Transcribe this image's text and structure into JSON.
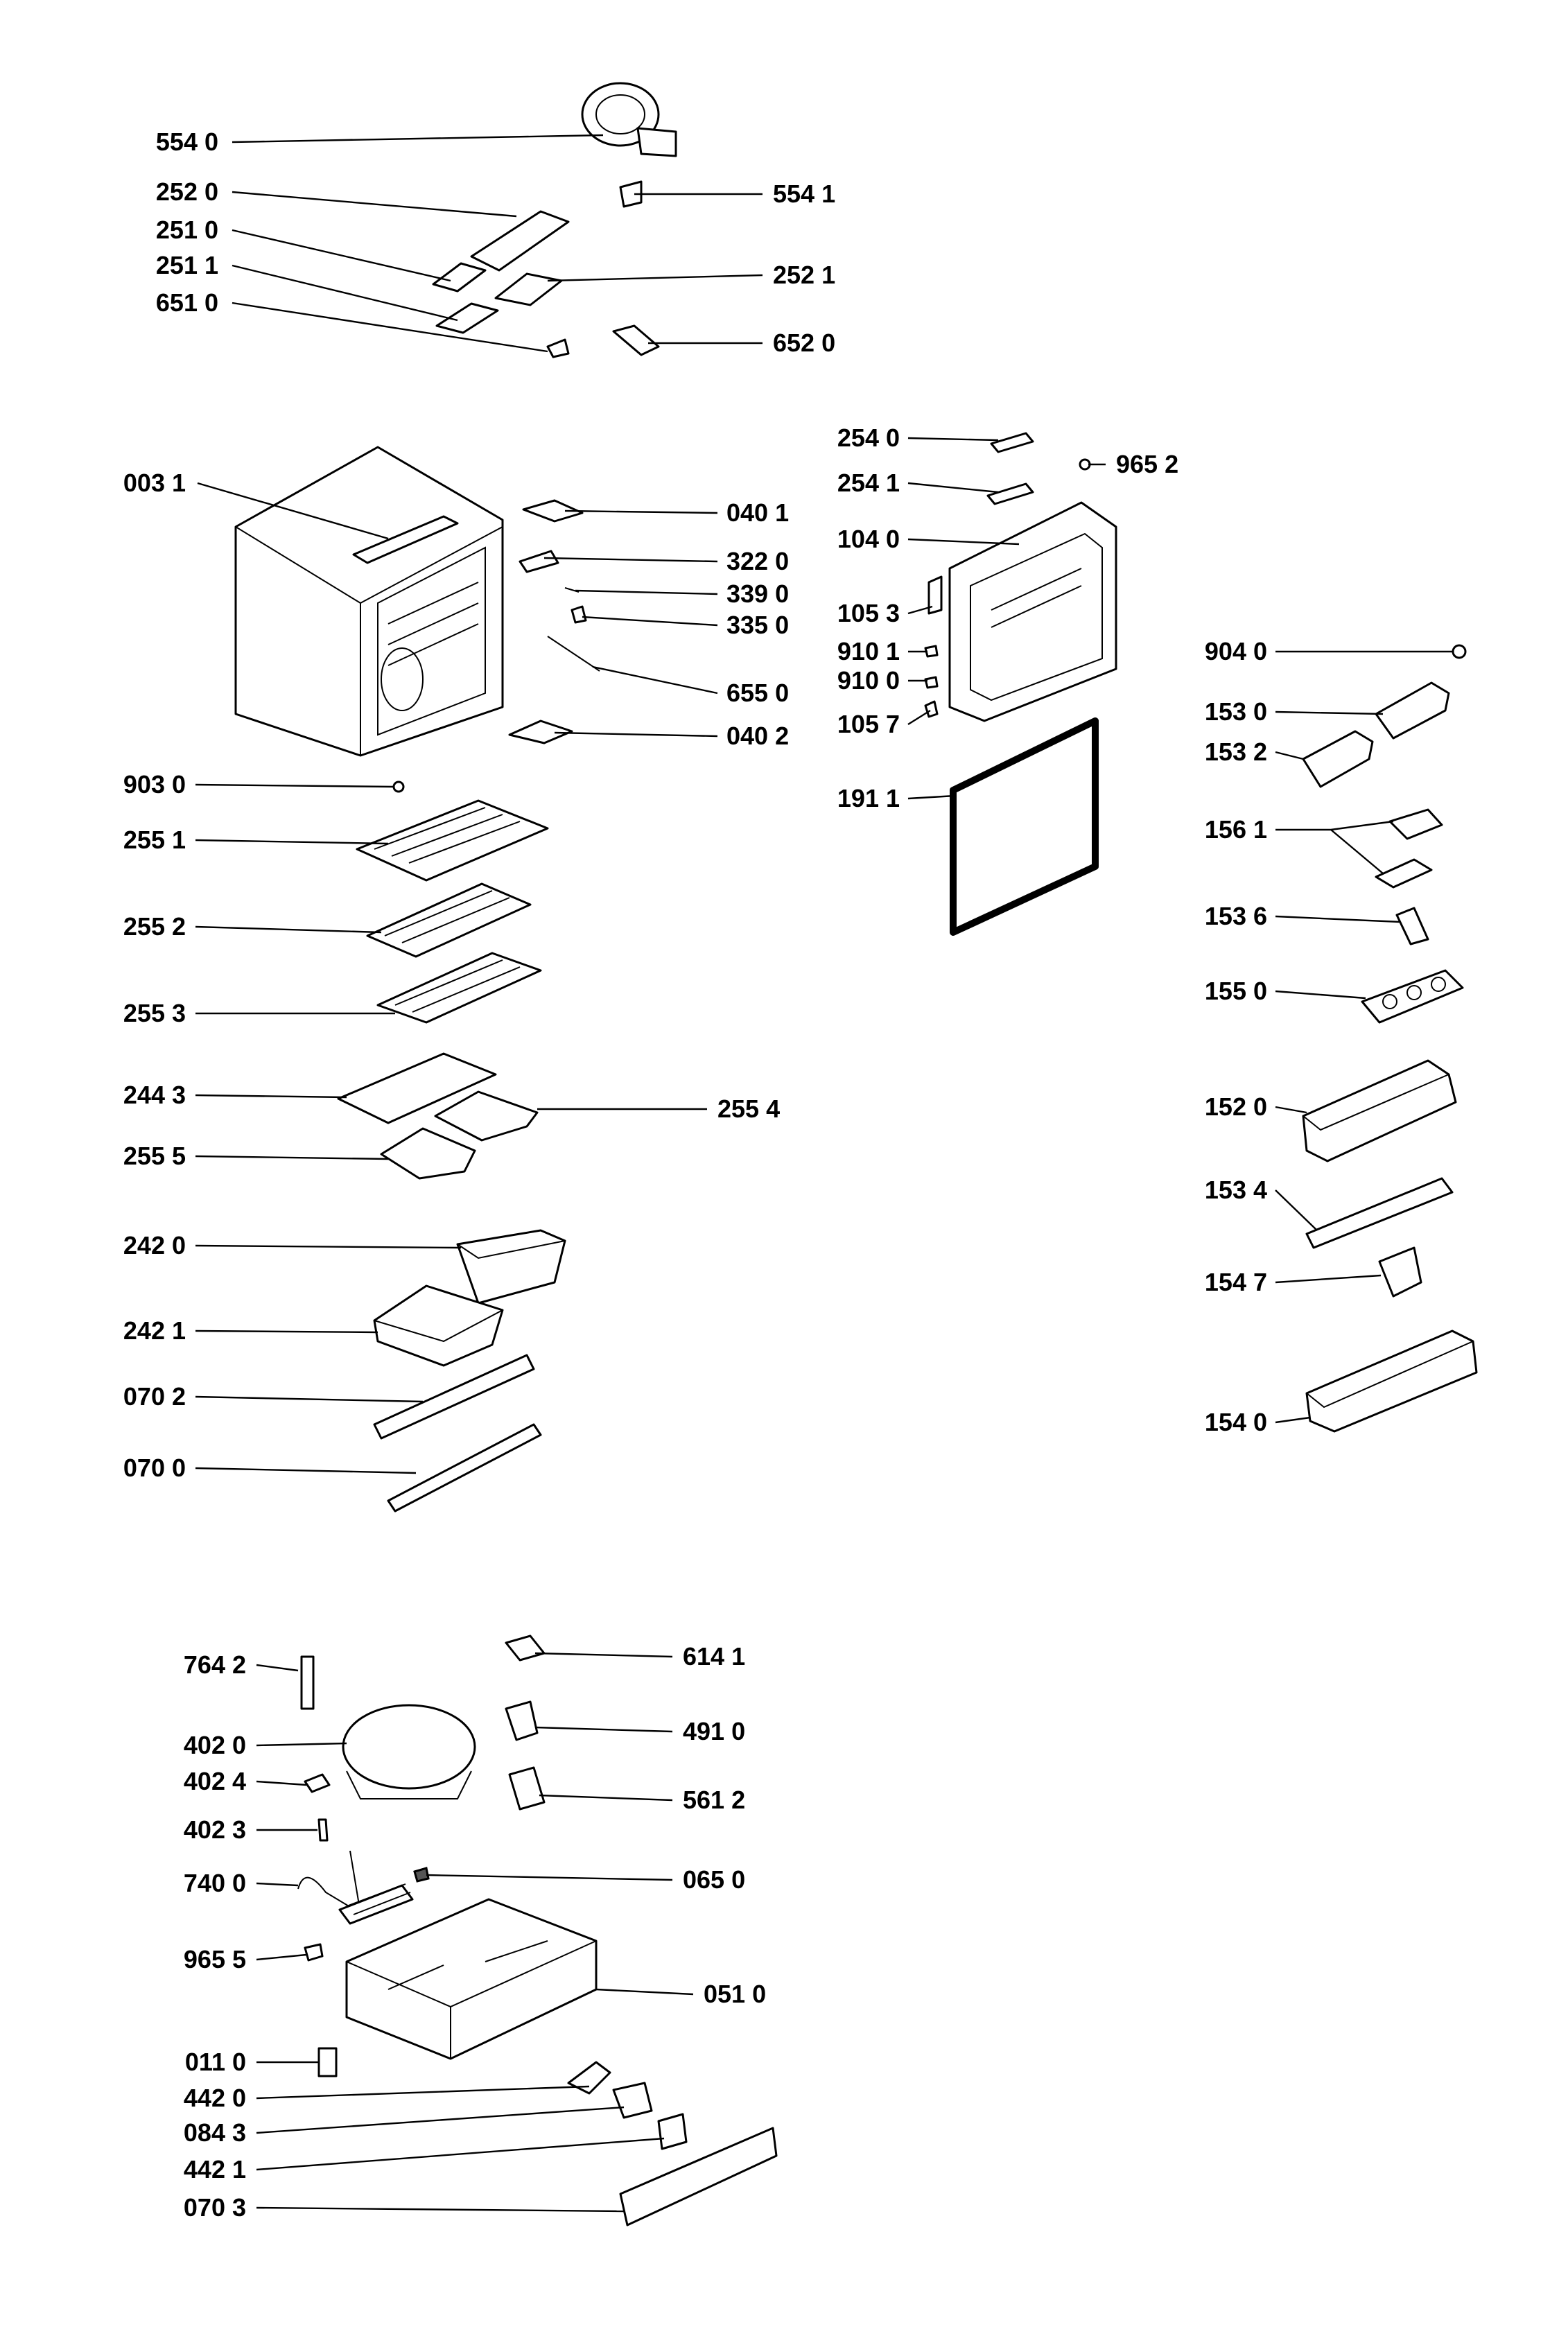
{
  "callouts": {
    "c5540": "554 0",
    "c5541": "554 1",
    "c2520": "252 0",
    "c2510": "251 0",
    "c2521": "252 1",
    "c2511": "251 1",
    "c6510": "651 0",
    "c6520": "652 0",
    "c0031": "003 1",
    "c0401": "040 1",
    "c3220": "322 0",
    "c3390": "339 0",
    "c3350": "335 0",
    "c6550": "655 0",
    "c0402": "040 2",
    "c9030": "903 0",
    "c2551": "255 1",
    "c2552": "255 2",
    "c2553": "255 3",
    "c2443": "244 3",
    "c2554": "255 4",
    "c2555": "255 5",
    "c2420": "242 0",
    "c2421": "242 1",
    "c0702": "070 2",
    "c0700": "070 0",
    "c2540": "254 0",
    "c9652": "965 2",
    "c2541": "254 1",
    "c1040": "104 0",
    "c1053": "105 3",
    "c9101": "910 1",
    "c9100": "910 0",
    "c1057": "105 7",
    "c1911": "191 1",
    "c9040": "904 0",
    "c1530": "153 0",
    "c1532": "153 2",
    "c1561": "156 1",
    "c1536": "153 6",
    "c1550": "155 0",
    "c1520": "152 0",
    "c1534": "153 4",
    "c1547": "154 7",
    "c1540": "154 0",
    "c7642": "764 2",
    "c6141": "614 1",
    "c4020": "402 0",
    "c4910": "491 0",
    "c4024": "402 4",
    "c5612": "561 2",
    "c4023": "402 3",
    "c7400": "740 0",
    "c0650": "065 0",
    "c9655": "965 5",
    "c0510": "051 0",
    "c0110": "011 0",
    "c4420": "442 0",
    "c0843": "084 3",
    "c4421": "442 1",
    "c0703": "070 3"
  }
}
